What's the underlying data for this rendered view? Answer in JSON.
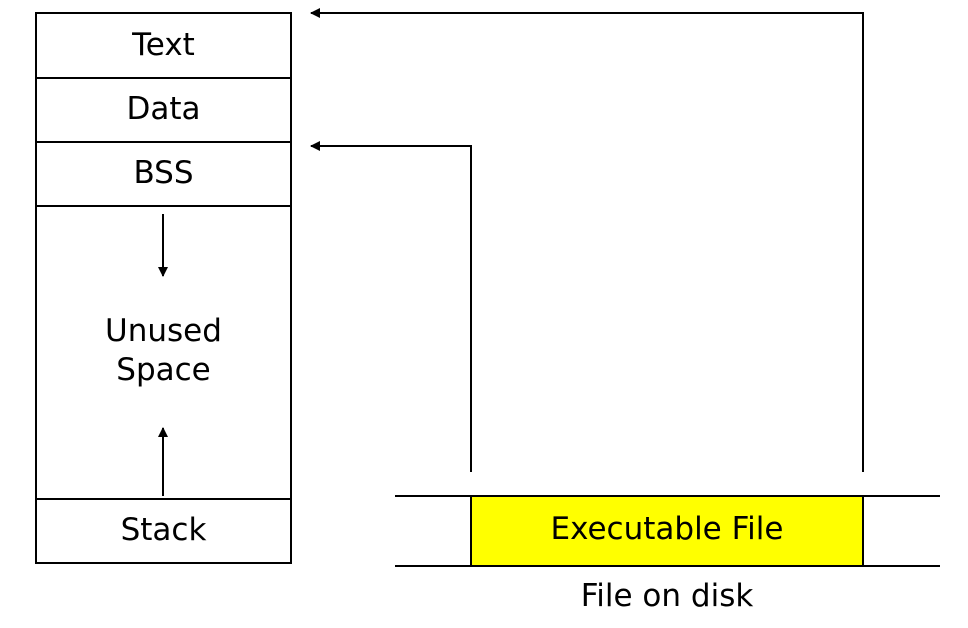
{
  "memory_layout": {
    "segments": {
      "text": "Text",
      "data": "Data",
      "bss": "BSS",
      "unused_line1": "Unused",
      "unused_line2": "Space",
      "stack": "Stack"
    }
  },
  "disk": {
    "executable_label": "Executable File",
    "caption": "File on disk",
    "highlight_color": "#ffff00"
  }
}
